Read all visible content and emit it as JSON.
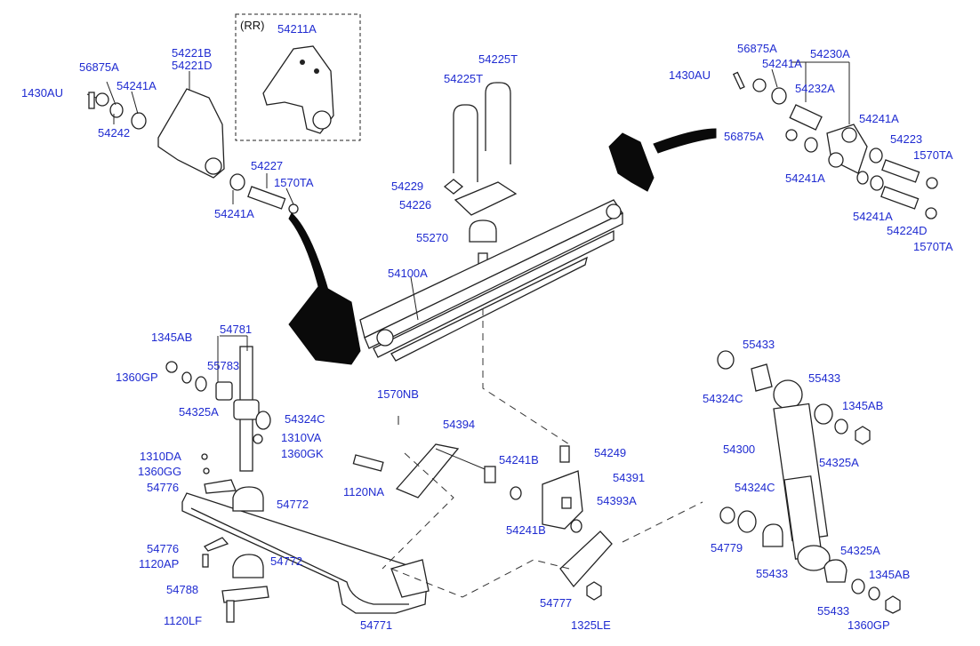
{
  "inset_tag": "(RR)",
  "labels": {
    "l54211A": "54211A",
    "l56875A_1": "56875A",
    "l54221B": "54221B",
    "l54221D": "54221D",
    "l1430AU_1": "1430AU",
    "l54241A_1": "54241A",
    "l54242": "54242",
    "l54227": "54227",
    "l1570TA_1": "1570TA",
    "l54241A_2": "54241A",
    "l54225T_1": "54225T",
    "l54225T_2": "54225T",
    "l54229": "54229",
    "l54226": "54226",
    "l55270": "55270",
    "l54100A": "54100A",
    "l56875A_2": "56875A",
    "l54230A": "54230A",
    "l1430AU_2": "1430AU",
    "l54241A_3": "54241A",
    "l54232A": "54232A",
    "l54241A_4": "54241A",
    "l56875A_3": "56875A",
    "l54223": "54223",
    "l1570TA_2": "1570TA",
    "l54241A_5": "54241A",
    "l54241A_6": "54241A",
    "l54224D": "54224D",
    "l1570TA_3": "1570TA",
    "l54781": "54781",
    "l1345AB_1": "1345AB",
    "l55783": "55783",
    "l1360GP_1": "1360GP",
    "l54325A_1": "54325A",
    "l54324C_1": "54324C",
    "l1310VA": "1310VA",
    "l1310DA": "1310DA",
    "l1360GK": "1360GK",
    "l1360GG": "1360GG",
    "l54776_1": "54776",
    "l54772_1": "54772",
    "l54776_2": "54776",
    "l1120AP": "1120AP",
    "l54772_2": "54772",
    "l54788": "54788",
    "l1120LF": "1120LF",
    "l54771": "54771",
    "l1570NB": "1570NB",
    "l54394": "54394",
    "l1120NA": "1120NA",
    "l54241B_1": "54241B",
    "l54249": "54249",
    "l54391": "54391",
    "l54393A": "54393A",
    "l54241B_2": "54241B",
    "l54777": "54777",
    "l1325LE": "1325LE",
    "l55433_1": "55433",
    "l54324C_2": "54324C",
    "l55433_2": "55433",
    "l1345AB_2": "1345AB",
    "l54300": "54300",
    "l54325A_2": "54325A",
    "l54324C_3": "54324C",
    "l54779": "54779",
    "l55433_3": "55433",
    "l54325A_3": "54325A",
    "l1345AB_3": "1345AB",
    "l55433_4": "55433",
    "l1360GP_2": "1360GP"
  }
}
